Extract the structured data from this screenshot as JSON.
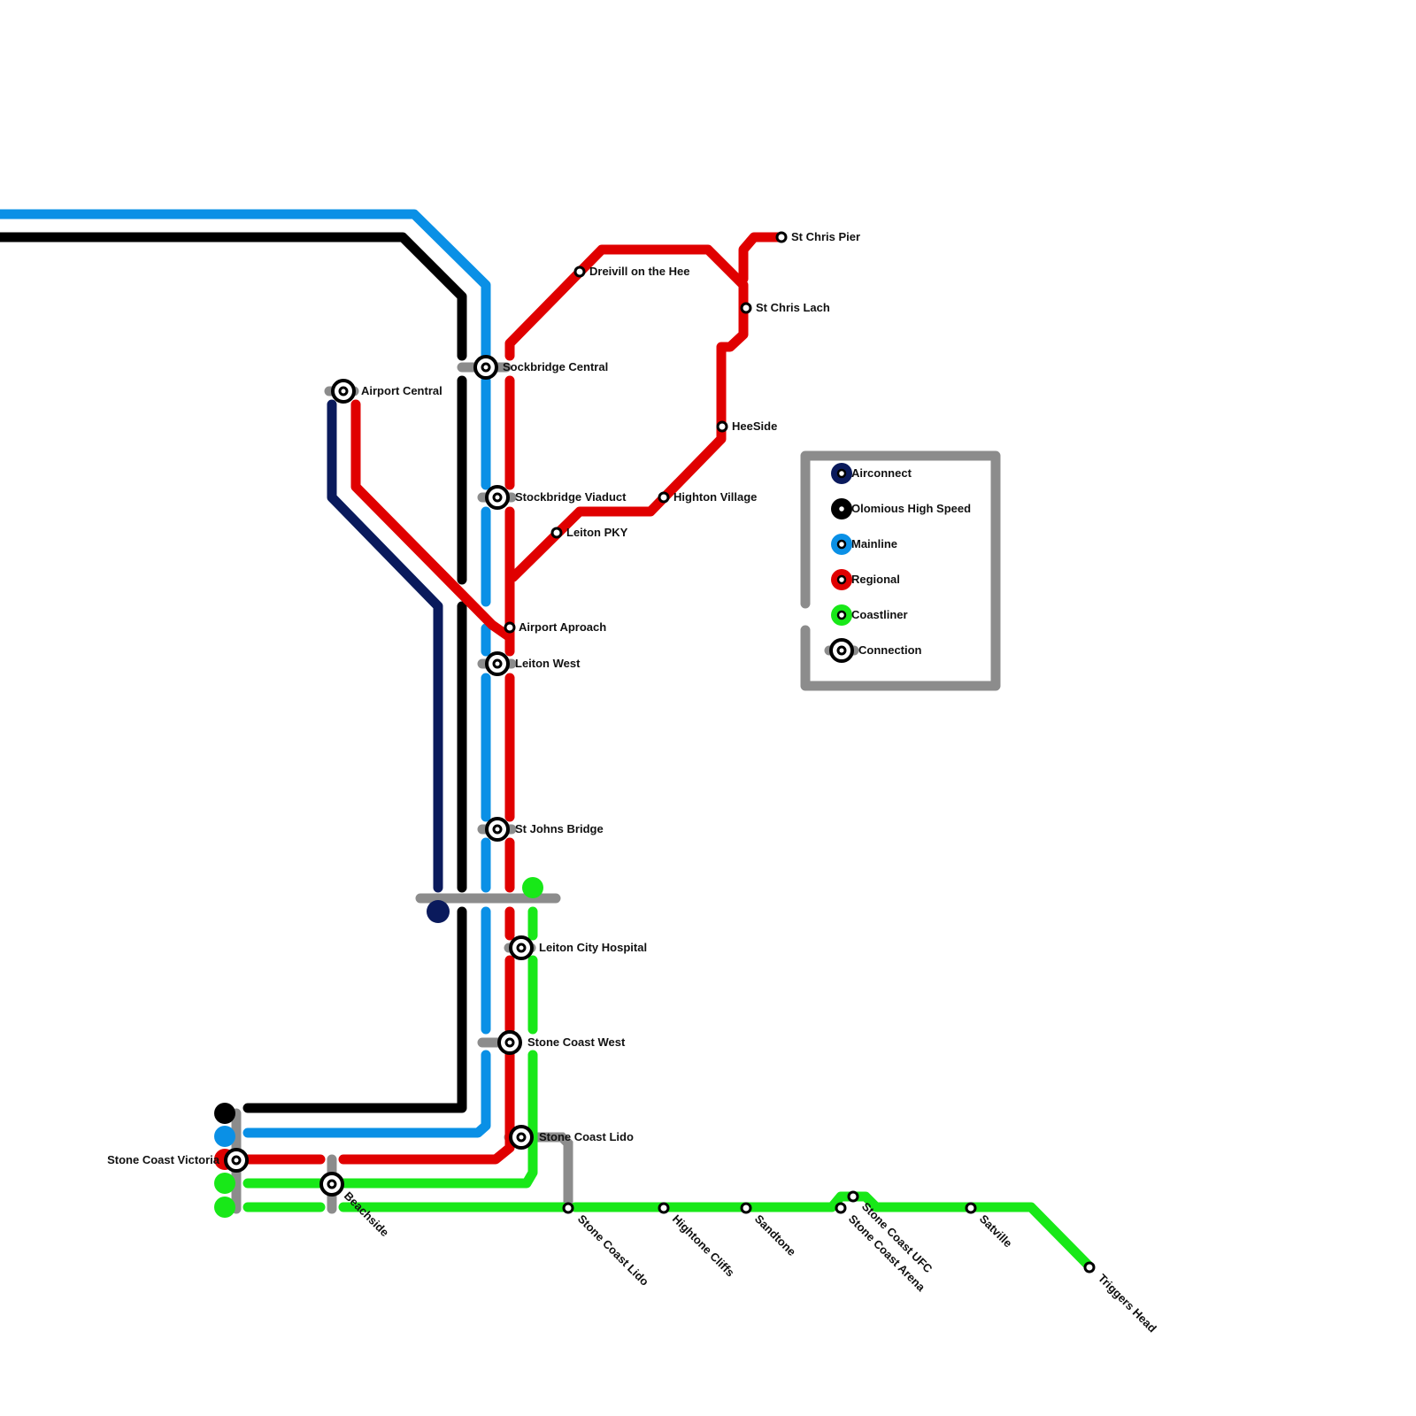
{
  "lines": {
    "airconnect": {
      "name": "Airconnect",
      "color": "#0a1a5c"
    },
    "olomious": {
      "name": "Olomious High Speed",
      "color": "#000000"
    },
    "mainline": {
      "name": "Mainline",
      "color": "#0a90e6"
    },
    "regional": {
      "name": "Regional",
      "color": "#e00000"
    },
    "coastliner": {
      "name": "Coastliner",
      "color": "#18e818"
    },
    "connector": {
      "color": "#8c8c8c"
    }
  },
  "stations": {
    "sockbridge_central": "Sockbridge Central",
    "airport_central": "Airport Central",
    "stockbridge_viaduct": "Stockbridge Viaduct",
    "airport_aproach": "Airport Aproach",
    "leiton_west": "Leiton West",
    "st_johns_bridge": "St Johns Bridge",
    "leiton_city_hospital": "Leiton City Hospital",
    "stone_coast_west": "Stone Coast West",
    "stone_coast_lido_connection": "Stone Coast Lido",
    "stone_coast_victoria": "Stone Coast Victoria",
    "beachside": "Beachside",
    "stone_coast_lido": "Stone Coast Lido",
    "hightone_cliffs": "Hightone Cliffs",
    "sandtone": "Sandtone",
    "stone_coast_ufc": "Stone Coast UFC",
    "stone_coast_arena": "Stone Coast Arena",
    "satville": "Satville",
    "triggers_head": "Triggers Head",
    "dreivill_on_the_hee": "Dreivill on the Hee",
    "st_chris_pier": "St Chris Pier",
    "st_chris_lach": "St Chris Lach",
    "heeside": "HeeSide",
    "highton_village": "Highton Village",
    "leiton_pky": "Leiton PKY"
  },
  "legend": {
    "airconnect": "Airconnect",
    "olomious": "Olomious High Speed",
    "mainline": "Mainline",
    "regional": "Regional",
    "coastliner": "Coastliner",
    "connection": "Connection"
  }
}
